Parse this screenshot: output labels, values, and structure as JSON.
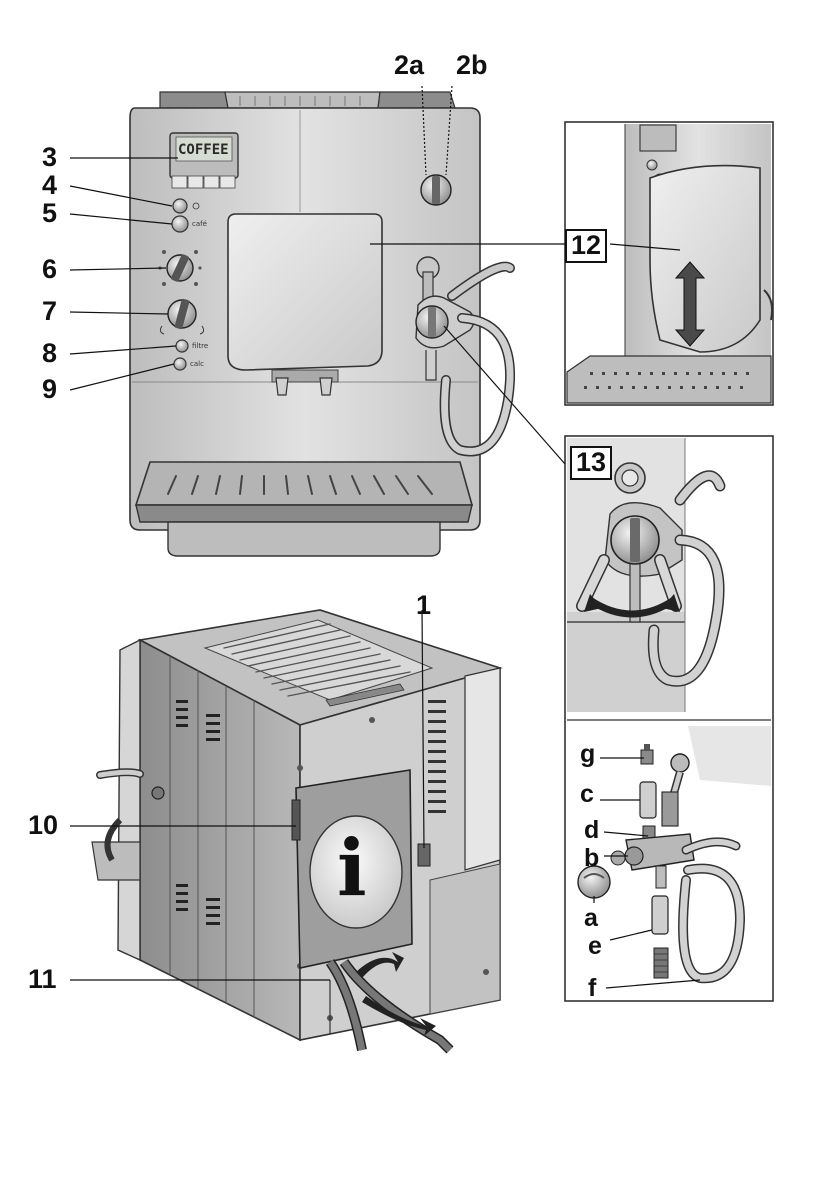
{
  "labels": {
    "l2a": "2a",
    "l2b": "2b",
    "l3": "3",
    "l4": "4",
    "l5": "5",
    "l6": "6",
    "l7": "7",
    "l8": "8",
    "l9": "9",
    "l1": "1",
    "l10": "10",
    "l11": "11",
    "l12": "12",
    "l13": "13",
    "g": "g",
    "c": "c",
    "d": "d",
    "b": "b",
    "a": "a",
    "e": "e",
    "f": "f"
  },
  "machine": {
    "display_text": "COFFEE",
    "btn_café": "café",
    "btn_filtre": "filtre",
    "btn_calc": "calc",
    "info_symbol": "i"
  },
  "colors": {
    "machine_body": "#d4d4d4",
    "panel_dark": "#9a9a9a",
    "outline": "#3a3a3a",
    "hose": "#c8c8c8"
  }
}
